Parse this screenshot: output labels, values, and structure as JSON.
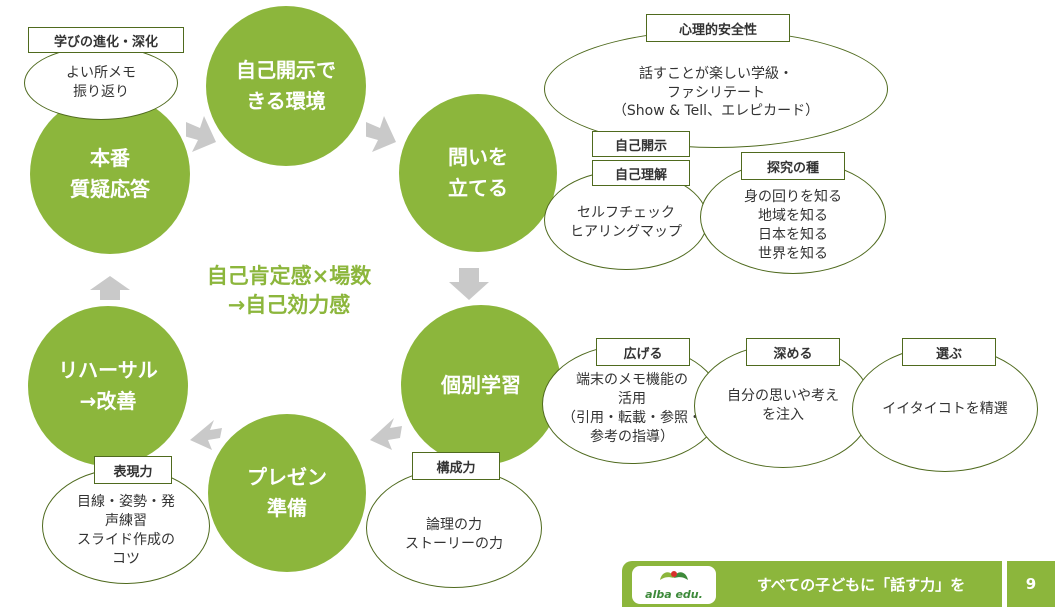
{
  "cycle": {
    "step1": "自己開示で\nきる環境",
    "step2": "問いを\n立てる",
    "step3": "個別学習",
    "step4": "プレゼン\n準備",
    "step5": "リハーサル\n→改善",
    "step6": "本番\n質疑応答"
  },
  "center": "自己肯定感×場数\n→自己効力感",
  "callouts": {
    "learning": {
      "tag": "学びの進化・深化",
      "text": "よい所メモ\n振り返り"
    },
    "safety": {
      "tag": "心理的安全性",
      "text": "話すことが楽しい学級・\nファシリテート\n（Show & Tell、エレピカード）"
    },
    "self": {
      "tag1": "自己開示",
      "tag2": "自己理解",
      "text": "セルフチェック\nヒアリングマップ"
    },
    "inquiry": {
      "tag": "探究の種",
      "text": "身の回りを知る\n地域を知る\n日本を知る\n世界を知る"
    },
    "widen": {
      "tag": "広げる",
      "text": "端末のメモ機能の\n活用\n（引用・転載・参照・\n参考の指導）"
    },
    "deepen": {
      "tag": "深める",
      "text": "自分の思いや考え\nを注入"
    },
    "choose": {
      "tag": "選ぶ",
      "text": "イイタイコトを精選"
    },
    "structure": {
      "tag": "構成力",
      "text": "論理の力\nストーリーの力"
    },
    "expression": {
      "tag": "表現力",
      "text": "目線・姿勢・発\n声練習\nスライド作成の\nコツ"
    }
  },
  "footer": {
    "logo": "alba edu.",
    "tagline": "すべての子どもに「話す力」を",
    "page": "9"
  },
  "colors": {
    "accent": "#8cb63c",
    "border": "#4f6a1e",
    "arrow": "#c9c9c9"
  }
}
